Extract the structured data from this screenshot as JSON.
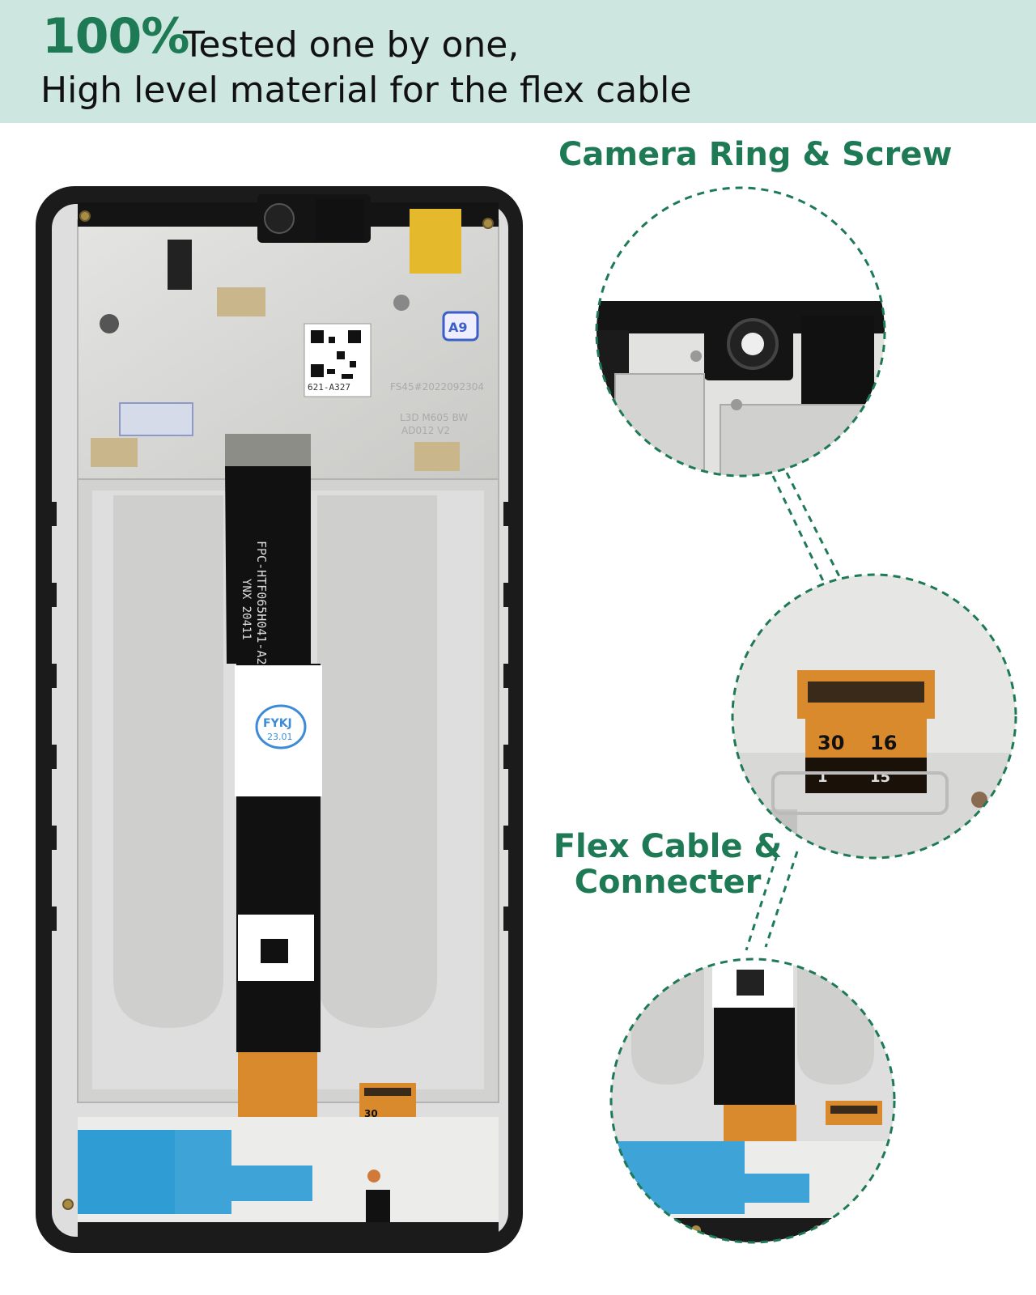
{
  "headline": {
    "percent": "100%",
    "line1": "Tested one by one,",
    "line2": "High level material for the flex cable"
  },
  "callouts": {
    "camera": "Camera Ring & Screw",
    "flex": "Flex Cable & Connecter"
  },
  "markings": {
    "qr_code_text": "621-A327",
    "frame_code": "FS45#2022092304",
    "frame_code2": "L3D M605 BW",
    "frame_code3": "AD012 V2",
    "sticker_a": "A9",
    "flex_part": "FPC-HTF065H041-A2",
    "flex_sub": "YNX 20411",
    "stamp_top": "FYKJ",
    "stamp_bottom": "23.01",
    "pin_30": "30",
    "pin_16": "16",
    "pin_1": "1",
    "pin_15": "15"
  },
  "colors": {
    "accent": "#1e7a55",
    "banner": "#cde6df"
  }
}
